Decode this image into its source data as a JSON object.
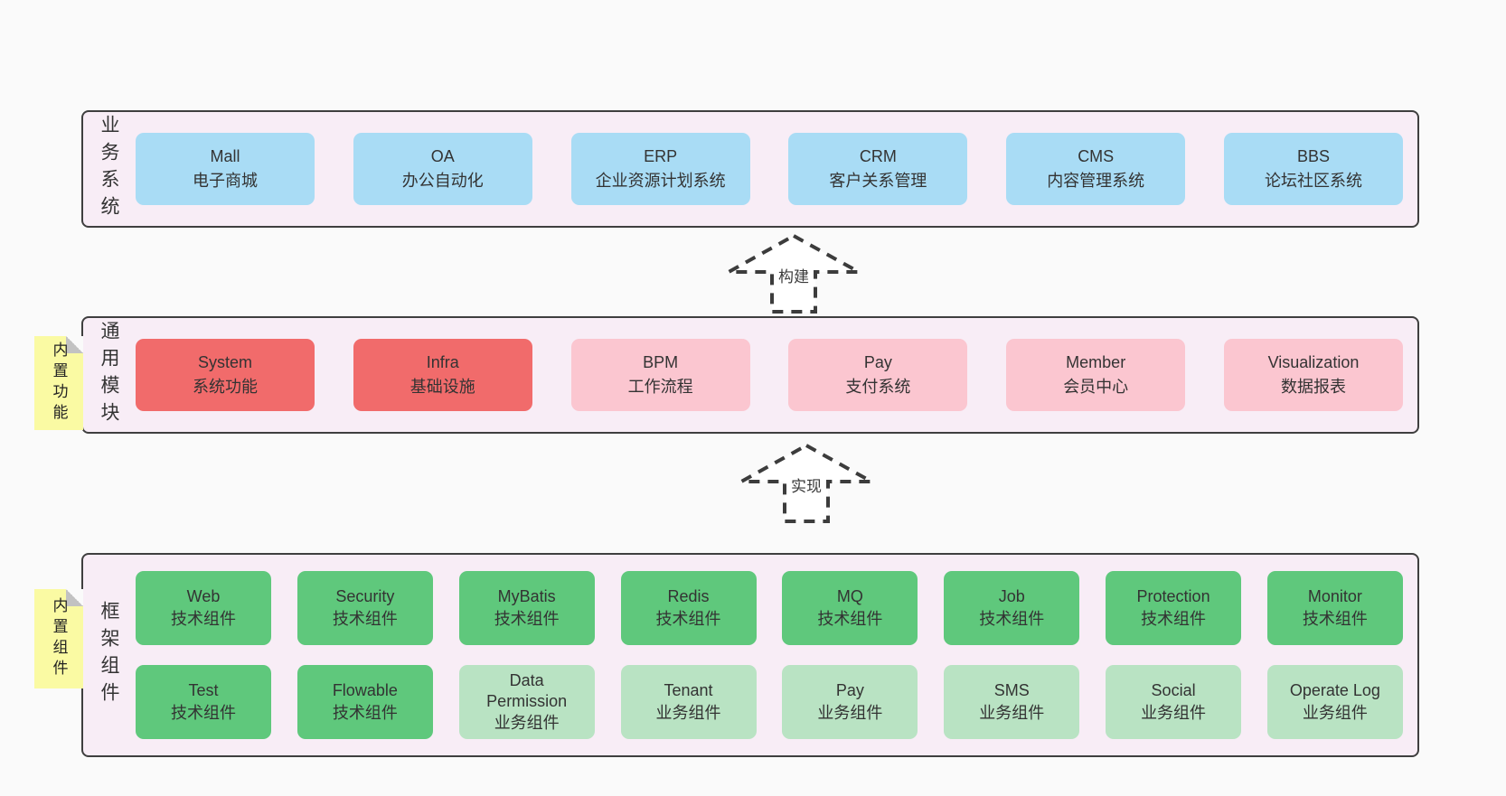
{
  "colors": {
    "page_bg": "#fafafa",
    "band_fill": "#f8edf6",
    "band_border": "#3f3f3f",
    "blue": "#a9dcf5",
    "red": "#f16b6b",
    "pink": "#fbc6d0",
    "green_dark": "#5fc87c",
    "green_light": "#b9e3c3",
    "note_yellow": "#fafaa3"
  },
  "arrows": {
    "build": "构建",
    "implement": "实现"
  },
  "bands": {
    "business": {
      "label": "业务系统",
      "items": [
        {
          "name": "Mall",
          "desc": "电子商城"
        },
        {
          "name": "OA",
          "desc": "办公自动化"
        },
        {
          "name": "ERP",
          "desc": "企业资源计划系统"
        },
        {
          "name": "CRM",
          "desc": "客户关系管理"
        },
        {
          "name": "CMS",
          "desc": "内容管理系统"
        },
        {
          "name": "BBS",
          "desc": "论坛社区系统"
        }
      ]
    },
    "modules": {
      "label": "通用模块",
      "note": "内置功能",
      "items": [
        {
          "name": "System",
          "desc": "系统功能"
        },
        {
          "name": "Infra",
          "desc": "基础设施"
        },
        {
          "name": "BPM",
          "desc": "工作流程"
        },
        {
          "name": "Pay",
          "desc": "支付系统"
        },
        {
          "name": "Member",
          "desc": "会员中心"
        },
        {
          "name": "Visualization",
          "desc": "数据报表"
        }
      ]
    },
    "framework": {
      "label": "框架组件",
      "note": "内置组件",
      "row1": [
        {
          "name": "Web",
          "desc": "技术组件"
        },
        {
          "name": "Security",
          "desc": "技术组件"
        },
        {
          "name": "MyBatis",
          "desc": "技术组件"
        },
        {
          "name": "Redis",
          "desc": "技术组件"
        },
        {
          "name": "MQ",
          "desc": "技术组件"
        },
        {
          "name": "Job",
          "desc": "技术组件"
        },
        {
          "name": "Protection",
          "desc": "技术组件"
        },
        {
          "name": "Monitor",
          "desc": "技术组件"
        }
      ],
      "row2": [
        {
          "name": "Test",
          "desc": "技术组件"
        },
        {
          "name": "Flowable",
          "desc": "技术组件"
        },
        {
          "name": "Data Permission",
          "desc": "业务组件"
        },
        {
          "name": "Tenant",
          "desc": "业务组件"
        },
        {
          "name": "Pay",
          "desc": "业务组件"
        },
        {
          "name": "SMS",
          "desc": "业务组件"
        },
        {
          "name": "Social",
          "desc": "业务组件"
        },
        {
          "name": "Operate Log",
          "desc": "业务组件"
        }
      ]
    }
  }
}
